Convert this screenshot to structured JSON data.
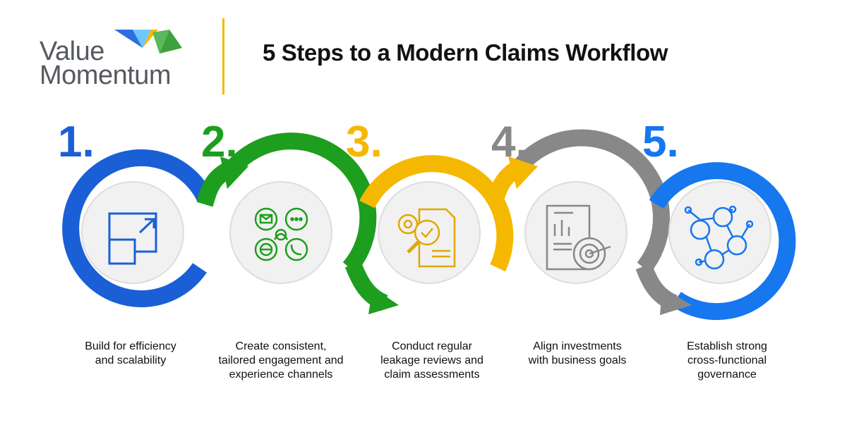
{
  "brand": {
    "name_line1": "Value",
    "name_line2": "Momentum",
    "colors": {
      "blue": "#3a82f0",
      "green": "#5cb85c",
      "gold": "#f5b800",
      "text": "#555a60"
    }
  },
  "title": "5 Steps to a Modern Claims Workflow",
  "steps": [
    {
      "number": "1.",
      "color": "#1a5fd6",
      "icon": "expand-arrow-icon",
      "caption": [
        "Build for efficiency",
        "and scalability"
      ]
    },
    {
      "number": "2.",
      "color": "#1e9e1e",
      "icon": "engagement-channels-icon",
      "caption": [
        "Create consistent,",
        "tailored engagement and",
        "experience channels"
      ]
    },
    {
      "number": "3.",
      "color": "#f5b800",
      "icon": "document-review-icon",
      "caption": [
        "Conduct regular",
        "leakage reviews and",
        "claim assessments"
      ]
    },
    {
      "number": "4.",
      "color": "#888888",
      "icon": "report-target-icon",
      "caption": [
        "Align investments",
        "with business goals"
      ]
    },
    {
      "number": "5.",
      "color": "#1677ee",
      "icon": "network-people-icon",
      "caption": [
        "Establish strong",
        "cross-functional",
        "governance"
      ]
    }
  ]
}
